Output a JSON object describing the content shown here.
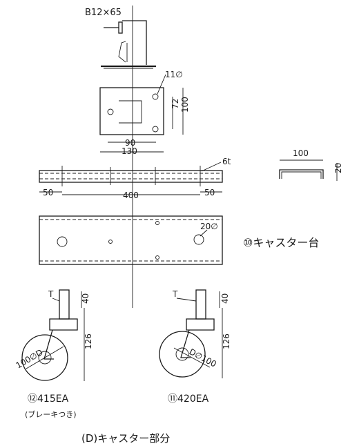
{
  "top_assembly": {
    "bolt_label": "B12×65"
  },
  "bracket_plate": {
    "hole_label": "11∅",
    "dim_72": "72",
    "dim_100": "100",
    "dim_90": "90",
    "dim_130": "130"
  },
  "plate_side": {
    "thickness_label": "6t",
    "dim_50_left": "50",
    "dim_400": "400",
    "dim_50_right": "50"
  },
  "channel_section": {
    "dim_100": "100",
    "dim_20": "20"
  },
  "caster_base": {
    "hole_label": "20∅",
    "title": "⑩キャスター台"
  },
  "caster_left": {
    "t_label": "T",
    "dim_40": "40",
    "dim_126": "126",
    "wheel_label": "100∅D",
    "model": "⑫415EA",
    "note": "(ブレーキつき)"
  },
  "caster_right": {
    "t_label": "T",
    "dim_40": "40",
    "dim_126": "126",
    "wheel_label": "D∅100",
    "model": "⑪420EA"
  },
  "caption": "(D)キャスター部分"
}
